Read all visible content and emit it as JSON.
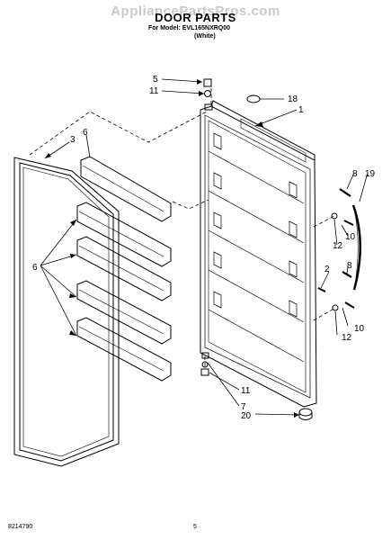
{
  "header": {
    "watermark": "AppliancePartsPros.com",
    "title": "DOOR PARTS",
    "model_line": "For Model: EVL165NXRQ00",
    "color": "(White)"
  },
  "footer": {
    "doc_number": "8214790",
    "page_number": "5"
  },
  "callouts": {
    "c1": "1",
    "c2": "2",
    "c3": "3",
    "c5": "5",
    "c6a": "6",
    "c6b": "6",
    "c7": "7",
    "c8a": "8",
    "c8b": "8",
    "c10a": "10",
    "c10b": "10",
    "c11a": "11",
    "c11b": "11",
    "c12a": "12",
    "c12b": "12",
    "c18": "18",
    "c19": "19",
    "c20": "20"
  }
}
